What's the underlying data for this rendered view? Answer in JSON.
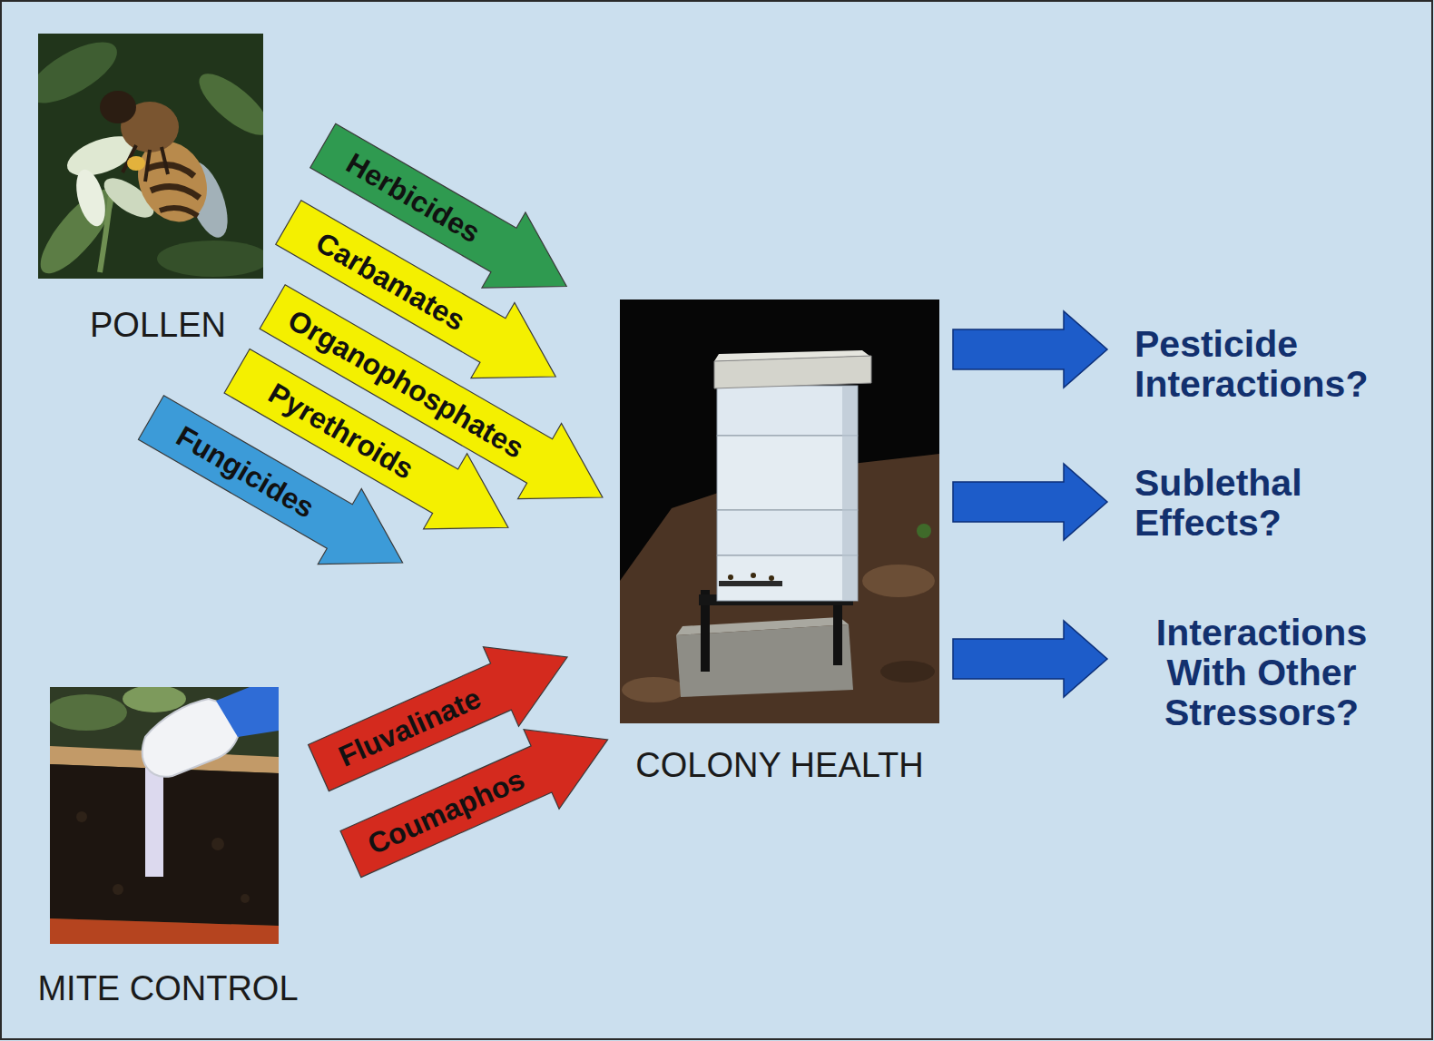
{
  "diagram": {
    "nodes": [
      {
        "text": [
          "POLLEN"
        ]
      },
      {
        "text": [
          "Herbicides"
        ]
      },
      {
        "text": [
          "Carbamates"
        ]
      },
      {
        "text": [
          "Organophosphates"
        ]
      },
      {
        "text": [
          "Pyrethroids"
        ]
      },
      {
        "text": [
          "Fungicides"
        ]
      },
      {
        "text": [
          "MITE CONTROL"
        ]
      },
      {
        "text": [
          "Fluvalinate"
        ]
      },
      {
        "text": [
          "Coumaphos"
        ]
      },
      {
        "text": [
          "COLONY HEALTH"
        ]
      }
    ],
    "labels": [
      "Pesticide Interactions?",
      "Sublethal Effects?",
      "Interactions With Other Stressors?"
    ]
  }
}
